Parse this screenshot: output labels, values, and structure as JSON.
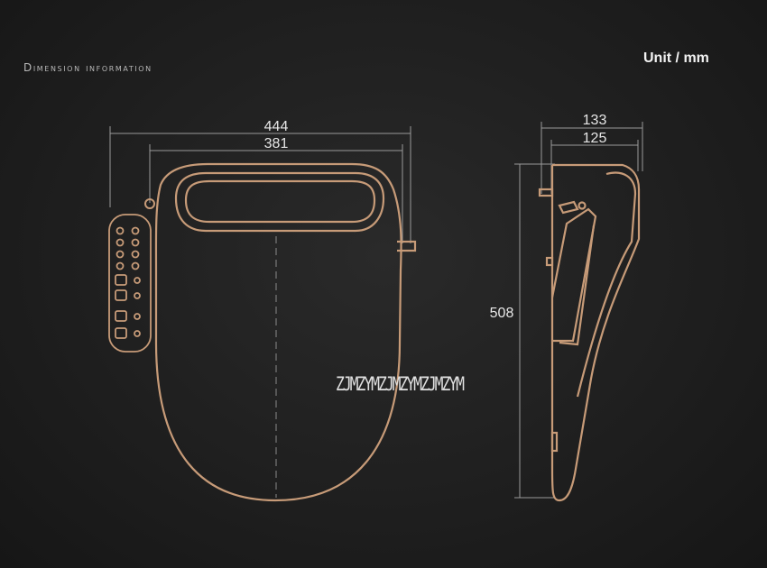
{
  "header": {
    "title": "Dimension information",
    "unit": "Unit / mm"
  },
  "dimensions": {
    "overall_width": "444",
    "seat_width": "381",
    "side_depth_outer": "133",
    "side_depth_inner": "125",
    "length": "508"
  },
  "watermark": "ZJMZYMZJMZYMZJMZYM",
  "colors": {
    "background": "#1c1c1c",
    "outline": "#c79b78",
    "dimension_line": "#9a9a9a",
    "text": "#e6e6e6"
  }
}
